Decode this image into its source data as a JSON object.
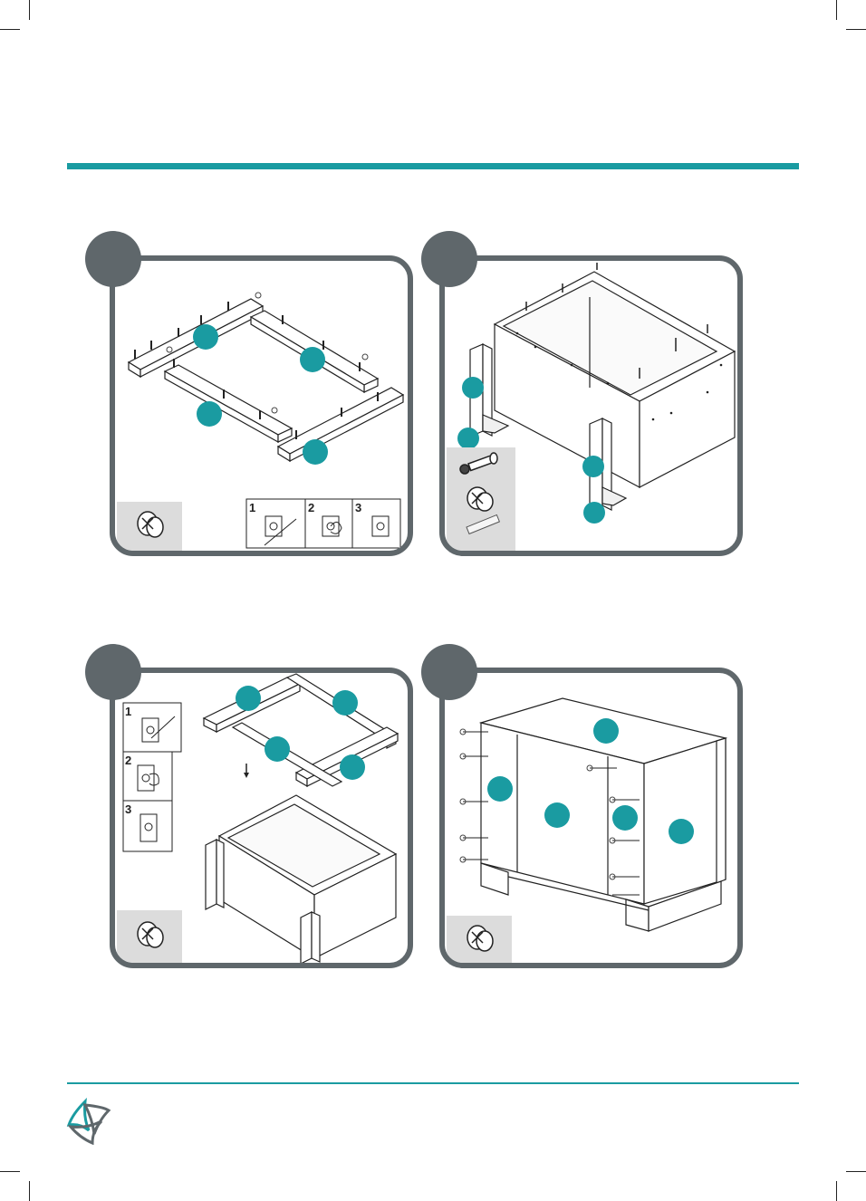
{
  "colors": {
    "accent": "#1a9ba1",
    "panel_border": "#5f676b",
    "hardware_box": "#dcdcdc"
  },
  "steps": [
    {
      "detail_labels": [
        "1",
        "2",
        "3"
      ],
      "icons": [
        "cam-lock-fitting-icon"
      ]
    },
    {
      "icons": [
        "cam-dowel-icon",
        "cam-lock-fitting-icon",
        "wooden-dowel-icon"
      ]
    },
    {
      "detail_labels": [
        "1",
        "2",
        "3"
      ],
      "icons": [
        "cam-lock-fitting-icon"
      ]
    },
    {
      "icons": [
        "cam-lock-fitting-icon"
      ]
    }
  ],
  "logo": {
    "icon": "brand-logo-icon"
  }
}
